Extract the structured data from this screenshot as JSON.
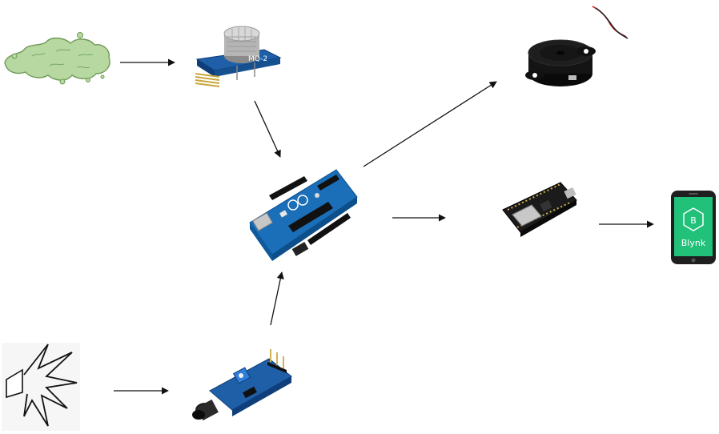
{
  "labels": {
    "gas_sensor": "MQ-2",
    "app_name": "Blynk",
    "app_logo": "B"
  },
  "colors": {
    "smoke_fill": "#b7d9a1",
    "smoke_stroke": "#6f9a57",
    "pcb_blue": "#1f5fa8",
    "pcb_dark": "#0f3f7a",
    "arduino_blue": "#1a6fb8",
    "nodemcu_black": "#1b1b1b",
    "buzzer_black": "#141414",
    "blynk_green": "#21c17a",
    "arrow": "#111111"
  },
  "icons": [
    "smoke-icon",
    "mq2-gas-sensor-icon",
    "arduino-uno-icon",
    "buzzer-icon",
    "nodemcu-esp8266-icon",
    "blynk-phone-icon",
    "sound-burst-icon",
    "sound-sensor-module-icon"
  ]
}
